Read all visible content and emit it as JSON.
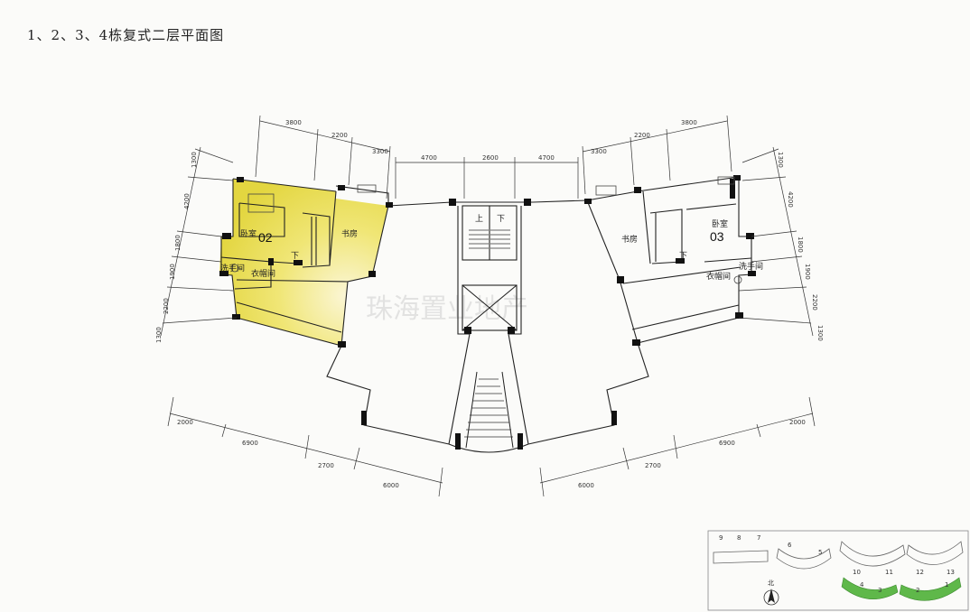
{
  "title": "1、2、3、4栋复式二层平面图",
  "watermark": "珠海置业地产",
  "compass_label": "北",
  "units": [
    {
      "number": "02",
      "bedroom": "卧室",
      "study": "书房",
      "washroom": "洗手间",
      "closet": "衣帽间",
      "stair_down": "下"
    },
    {
      "number": "03",
      "bedroom": "卧室",
      "study": "书房",
      "washroom": "洗手间",
      "closet": "衣帽间",
      "stair_down": "下"
    }
  ],
  "core": {
    "up": "上",
    "down": "下"
  },
  "dimensions": {
    "top_left": [
      "3800",
      "2200",
      "3300"
    ],
    "top_center": [
      "4700",
      "2600",
      "4700"
    ],
    "top_right": [
      "3300",
      "2200",
      "3800"
    ],
    "left_side": [
      "1300",
      "4200",
      "1800",
      "1900",
      "2200",
      "1300"
    ],
    "right_side": [
      "1300",
      "4200",
      "1800",
      "1900",
      "2200",
      "1300"
    ],
    "bottom_left": [
      "2000",
      "6900",
      "2700",
      "6000"
    ],
    "bottom_right": [
      "6000",
      "2700",
      "6900",
      "2000"
    ]
  },
  "keyplan": {
    "numbers_top": [
      "9",
      "8",
      "7",
      "6",
      "5",
      "10",
      "11",
      "12",
      "13"
    ],
    "numbers_bottom": [
      "4",
      "3",
      "2",
      "1"
    ]
  },
  "colors": {
    "highlight": "#e8dd4a",
    "highlight_light": "#f5efa8",
    "wall": "#111111",
    "keyplan_green": "#5fb84a"
  }
}
